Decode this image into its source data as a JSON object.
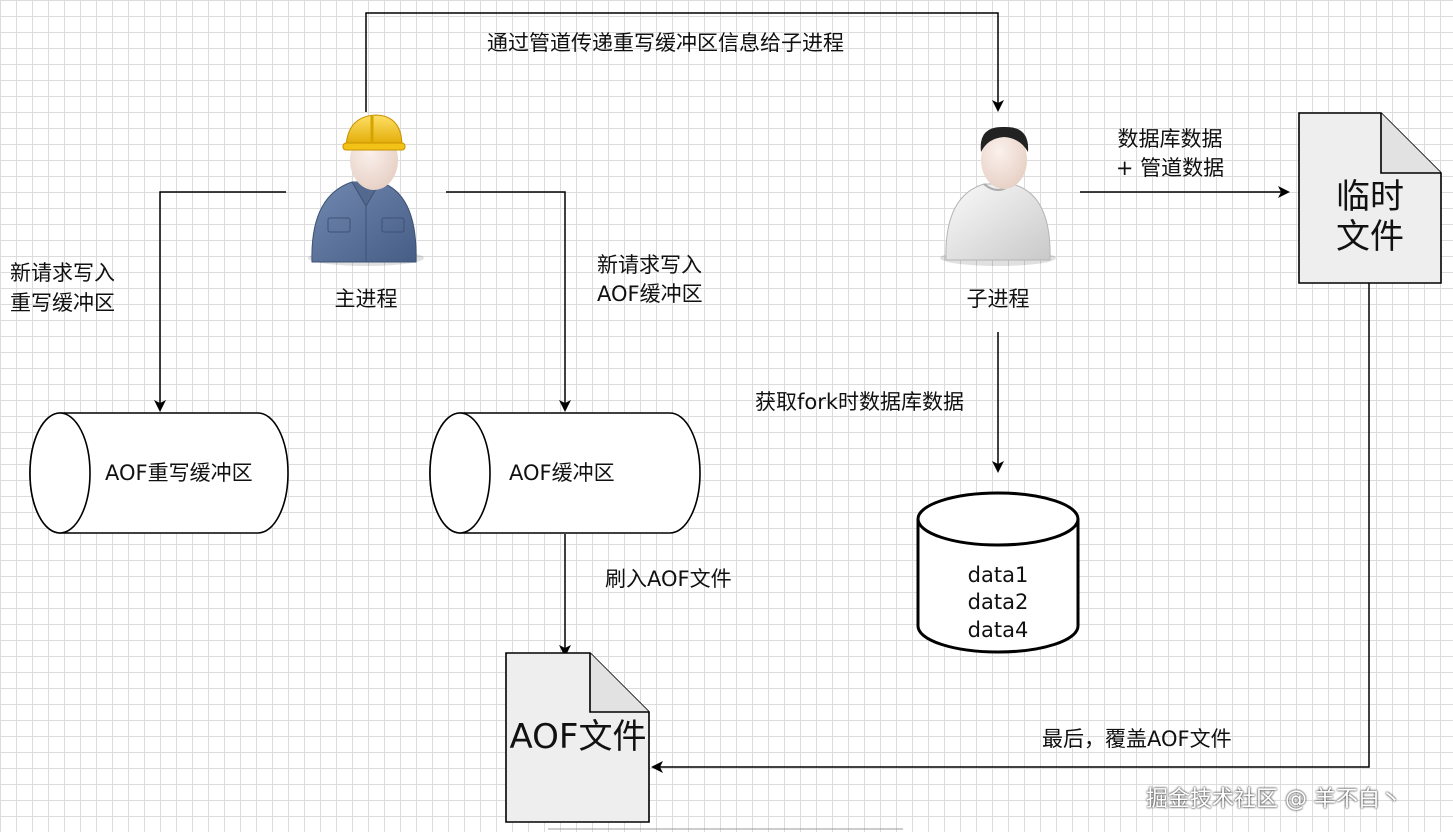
{
  "actors": {
    "main_process": "主进程",
    "child_process": "子进程"
  },
  "edges": {
    "pipe_to_child": "通过管道传递重写缓冲区信息给子进程",
    "write_rewrite_buffer": [
      "新请求写入",
      "重写缓冲区"
    ],
    "write_aof_buffer": [
      "新请求写入",
      "AOF缓冲区"
    ],
    "flush_to_file": "刷入AOF文件",
    "fetch_fork_data": "获取fork时数据库数据",
    "to_temp_file": [
      "数据库数据",
      "+ 管道数据"
    ],
    "overwrite_aof": "最后，覆盖AOF文件"
  },
  "nodes": {
    "aof_rewrite_buffer": "AOF重写缓冲区",
    "aof_buffer": "AOF缓冲区",
    "database": [
      "data1",
      "data2",
      "data4"
    ],
    "temp_file": [
      "临时",
      "文件"
    ],
    "aof_file": "AOF文件"
  },
  "watermark": "掘金技术社区 @ 羊不白丶",
  "colors": {
    "worker_shirt": "#5b7299",
    "hard_hat": "#f2c316",
    "child_shirt": "#e8e8e8",
    "skin": "#f4e4dc",
    "file_fill": "#eeeeee",
    "stroke": "#000000"
  }
}
